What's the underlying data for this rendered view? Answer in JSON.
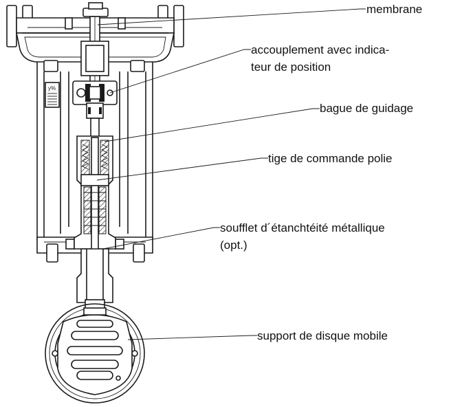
{
  "labels": {
    "membrane": "membrane",
    "coupling_line1": "accouplement avec indica-",
    "coupling_line2": "teur de position",
    "guide_ring": "bague de guidage",
    "stem": "tige de commande polie",
    "bellows_line1": "soufflet d´étanchtéité métallique",
    "bellows_line2": "(opt.)",
    "disc_holder": "support de disque mobile"
  },
  "scale_marking": "y%"
}
